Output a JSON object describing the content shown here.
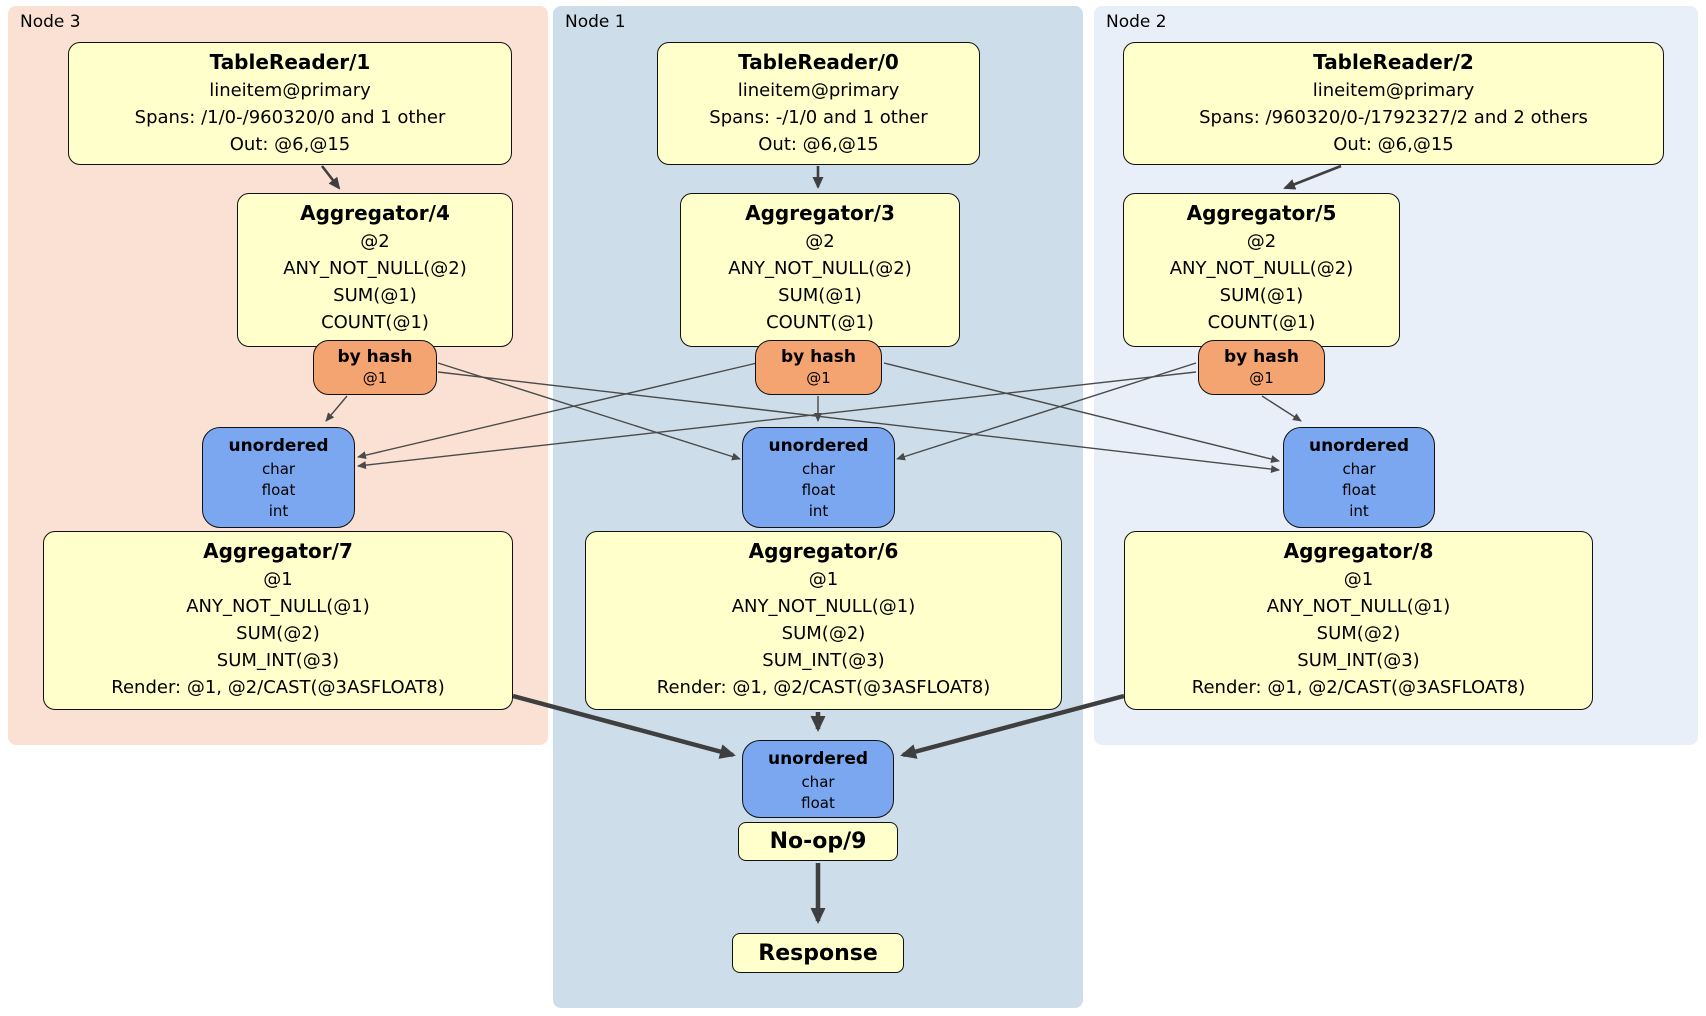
{
  "colors": {
    "node3_bg": "#FAE1D3",
    "node1_bg": "#CDDDE9",
    "node2_bg": "#E9EFF9",
    "processor_yellow": "#FFFFCB",
    "router_orange": "#F4A470",
    "sync_blue": "#7AA7F0",
    "edge_gray": "#3F3F3F"
  },
  "node3": {
    "label": "Node 3",
    "table_reader": {
      "title": "TableReader/1",
      "lines": [
        "lineitem@primary",
        "Spans: /1/0-/960320/0 and 1 other",
        "Out: @6,@15"
      ]
    },
    "aggregator_top": {
      "title": "Aggregator/4",
      "lines": [
        "@2",
        "ANY_NOT_NULL(@2)",
        "SUM(@1)",
        "COUNT(@1)"
      ]
    },
    "hash_router": {
      "title": "by hash",
      "key": "@1"
    },
    "sync": {
      "title": "unordered",
      "lines": [
        "char",
        "float",
        "int"
      ]
    },
    "aggregator_bottom": {
      "title": "Aggregator/7",
      "lines": [
        "@1",
        "ANY_NOT_NULL(@1)",
        "SUM(@2)",
        "SUM_INT(@3)",
        "Render: @1, @2/CAST(@3ASFLOAT8)"
      ]
    }
  },
  "node1": {
    "label": "Node 1",
    "table_reader": {
      "title": "TableReader/0",
      "lines": [
        "lineitem@primary",
        "Spans: -/1/0 and 1 other",
        "Out: @6,@15"
      ]
    },
    "aggregator_top": {
      "title": "Aggregator/3",
      "lines": [
        "@2",
        "ANY_NOT_NULL(@2)",
        "SUM(@1)",
        "COUNT(@1)"
      ]
    },
    "hash_router": {
      "title": "by hash",
      "key": "@1"
    },
    "sync": {
      "title": "unordered",
      "lines": [
        "char",
        "float",
        "int"
      ]
    },
    "aggregator_bottom": {
      "title": "Aggregator/6",
      "lines": [
        "@1",
        "ANY_NOT_NULL(@1)",
        "SUM(@2)",
        "SUM_INT(@3)",
        "Render: @1, @2/CAST(@3ASFLOAT8)"
      ]
    },
    "final_sync": {
      "title": "unordered",
      "lines": [
        "char",
        "float"
      ]
    },
    "noop": {
      "title": "No-op/9"
    },
    "response": {
      "title": "Response"
    }
  },
  "node2": {
    "label": "Node 2",
    "table_reader": {
      "title": "TableReader/2",
      "lines": [
        "lineitem@primary",
        "Spans: /960320/0-/1792327/2 and 2 others",
        "Out: @6,@15"
      ]
    },
    "aggregator_top": {
      "title": "Aggregator/5",
      "lines": [
        "@2",
        "ANY_NOT_NULL(@2)",
        "SUM(@1)",
        "COUNT(@1)"
      ]
    },
    "hash_router": {
      "title": "by hash",
      "key": "@1"
    },
    "sync": {
      "title": "unordered",
      "lines": [
        "char",
        "float",
        "int"
      ]
    },
    "aggregator_bottom": {
      "title": "Aggregator/8",
      "lines": [
        "@1",
        "ANY_NOT_NULL(@1)",
        "SUM(@2)",
        "SUM_INT(@3)",
        "Render: @1, @2/CAST(@3ASFLOAT8)"
      ]
    }
  }
}
